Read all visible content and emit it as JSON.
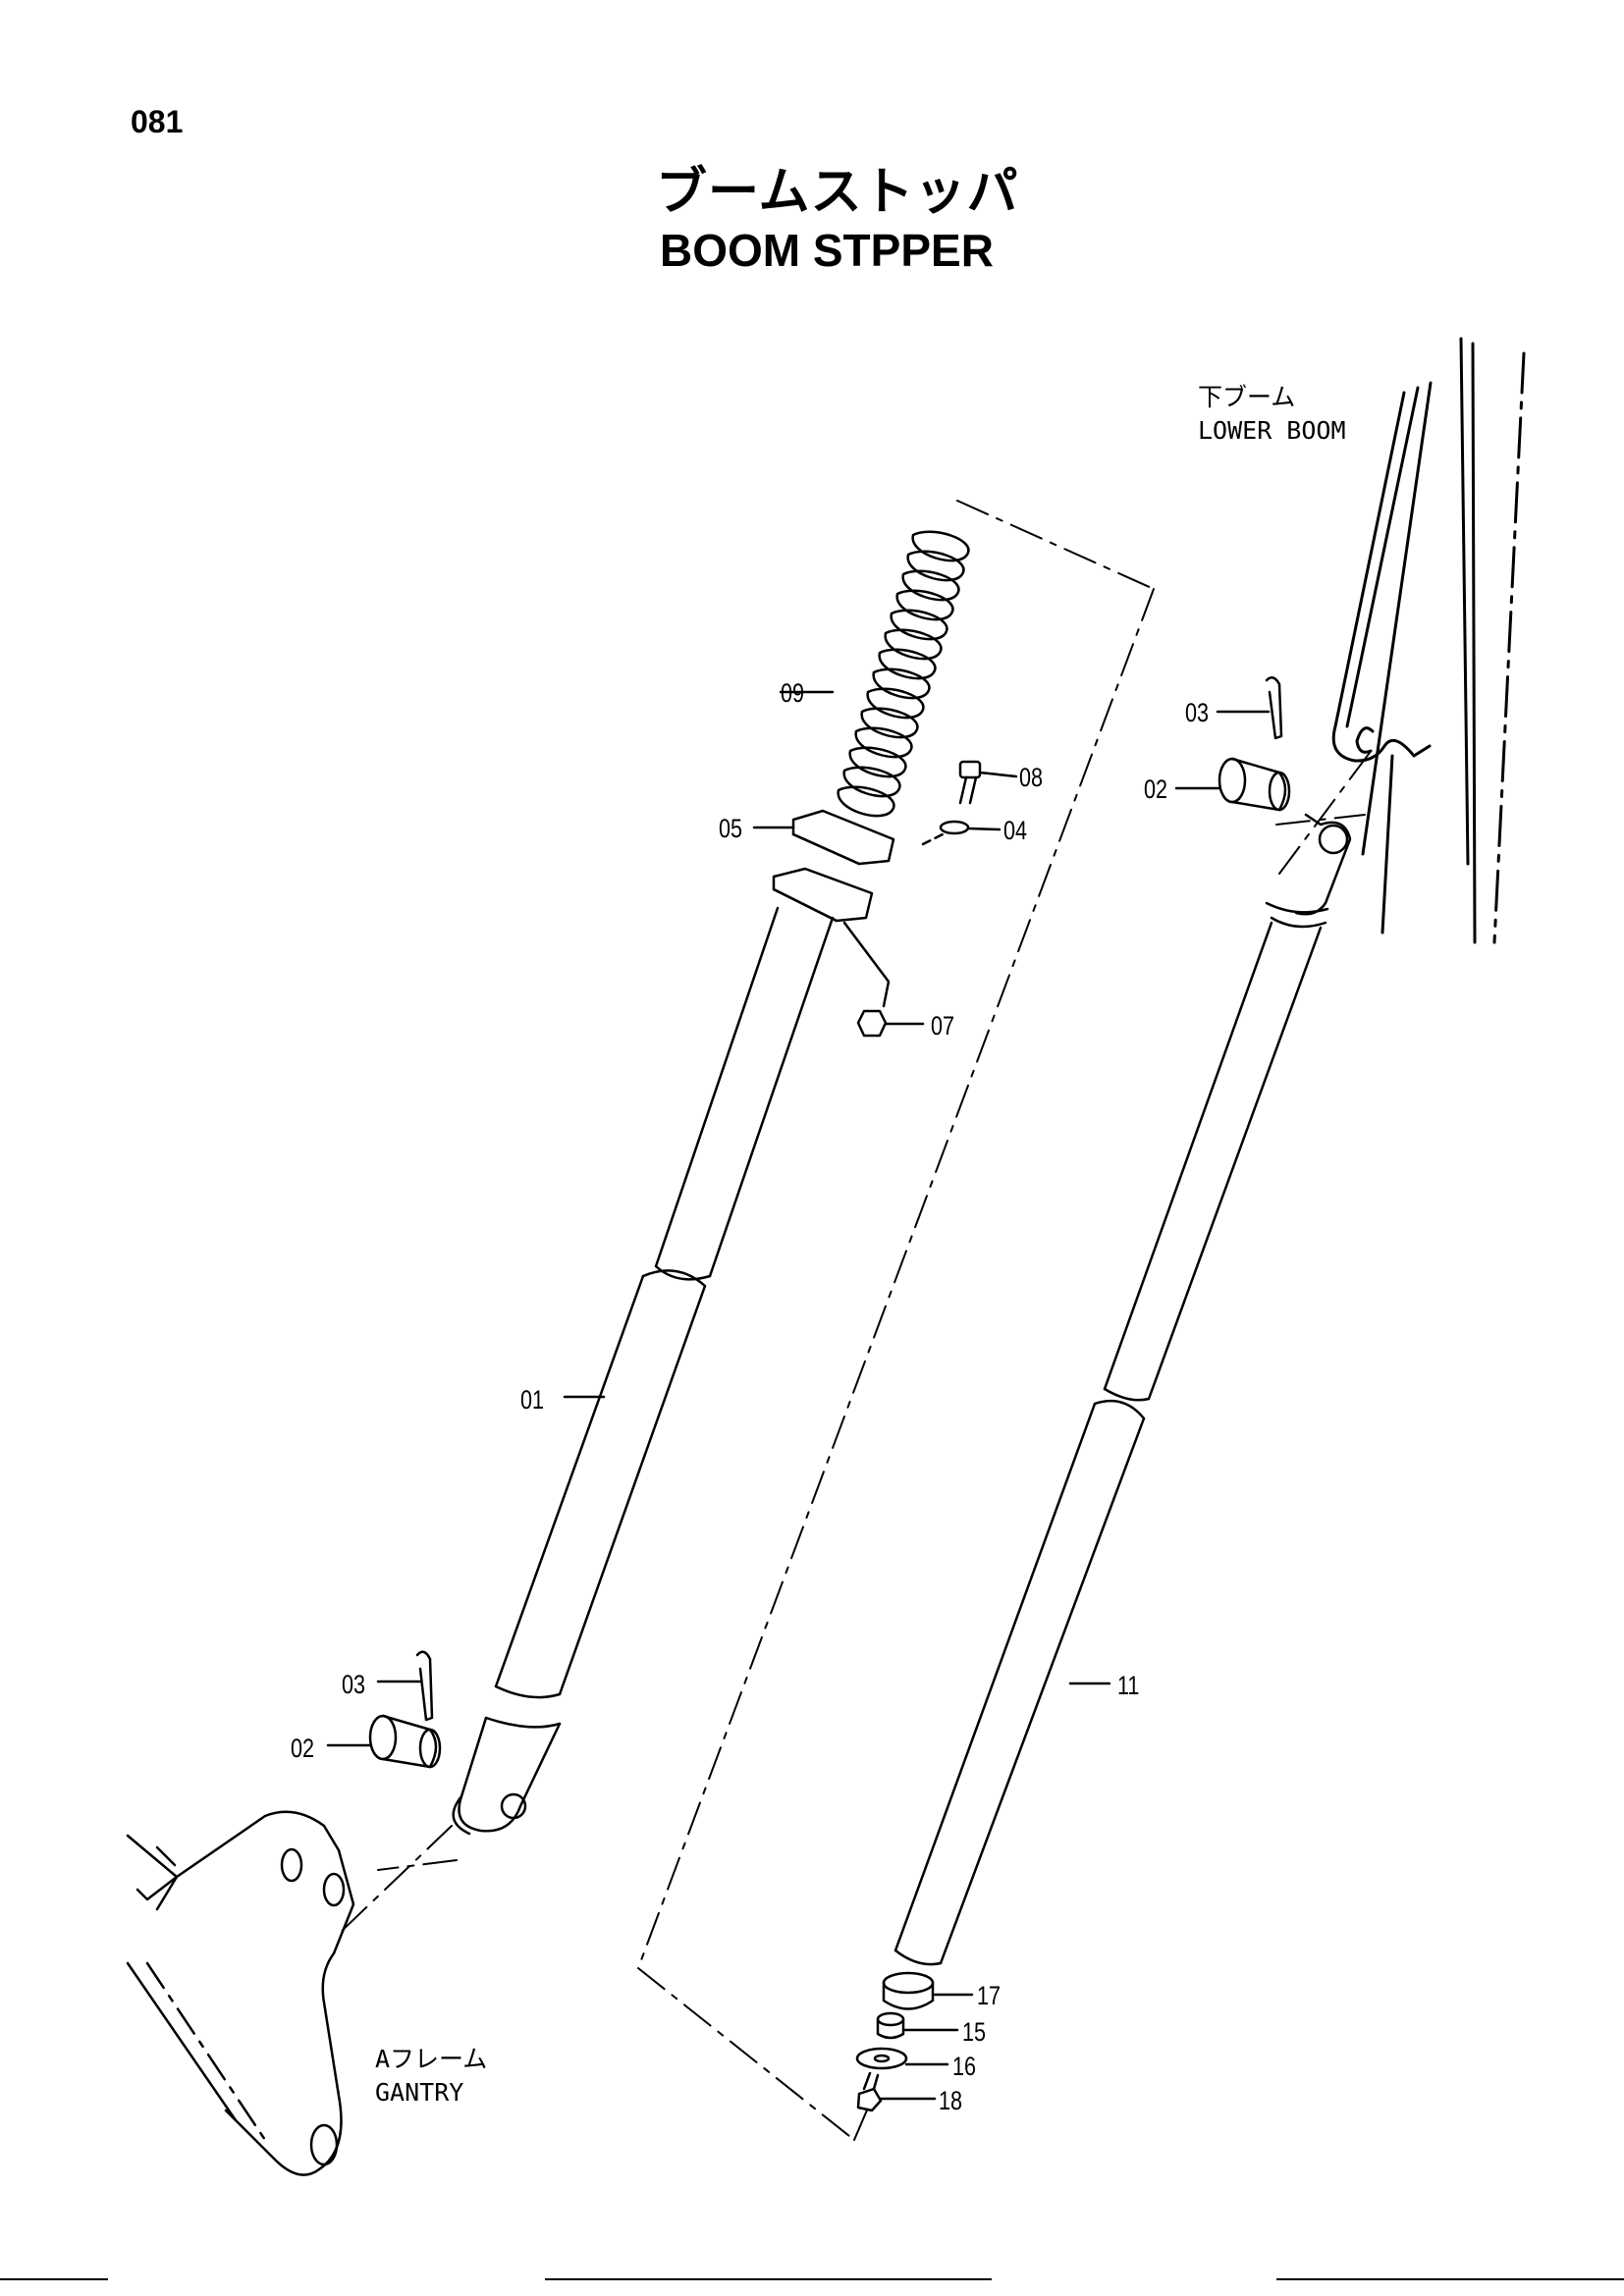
{
  "page_number": "081",
  "title_jp": "ブームストッパ",
  "title_en": "BOOM STPPER",
  "labels": {
    "lower_boom_jp": "下ブーム",
    "lower_boom_en": "LOWER BOOM",
    "gantry_jp": "Aフレーム",
    "gantry_en": "GANTRY"
  },
  "callouts": {
    "c01": "01",
    "c02a": "02",
    "c02b": "02",
    "c03a": "03",
    "c03b": "03",
    "c04": "04",
    "c05": "05",
    "c07": "07",
    "c08": "08",
    "c09": "09",
    "c11": "11",
    "c15": "15",
    "c16": "16",
    "c17": "17",
    "c18": "18"
  }
}
